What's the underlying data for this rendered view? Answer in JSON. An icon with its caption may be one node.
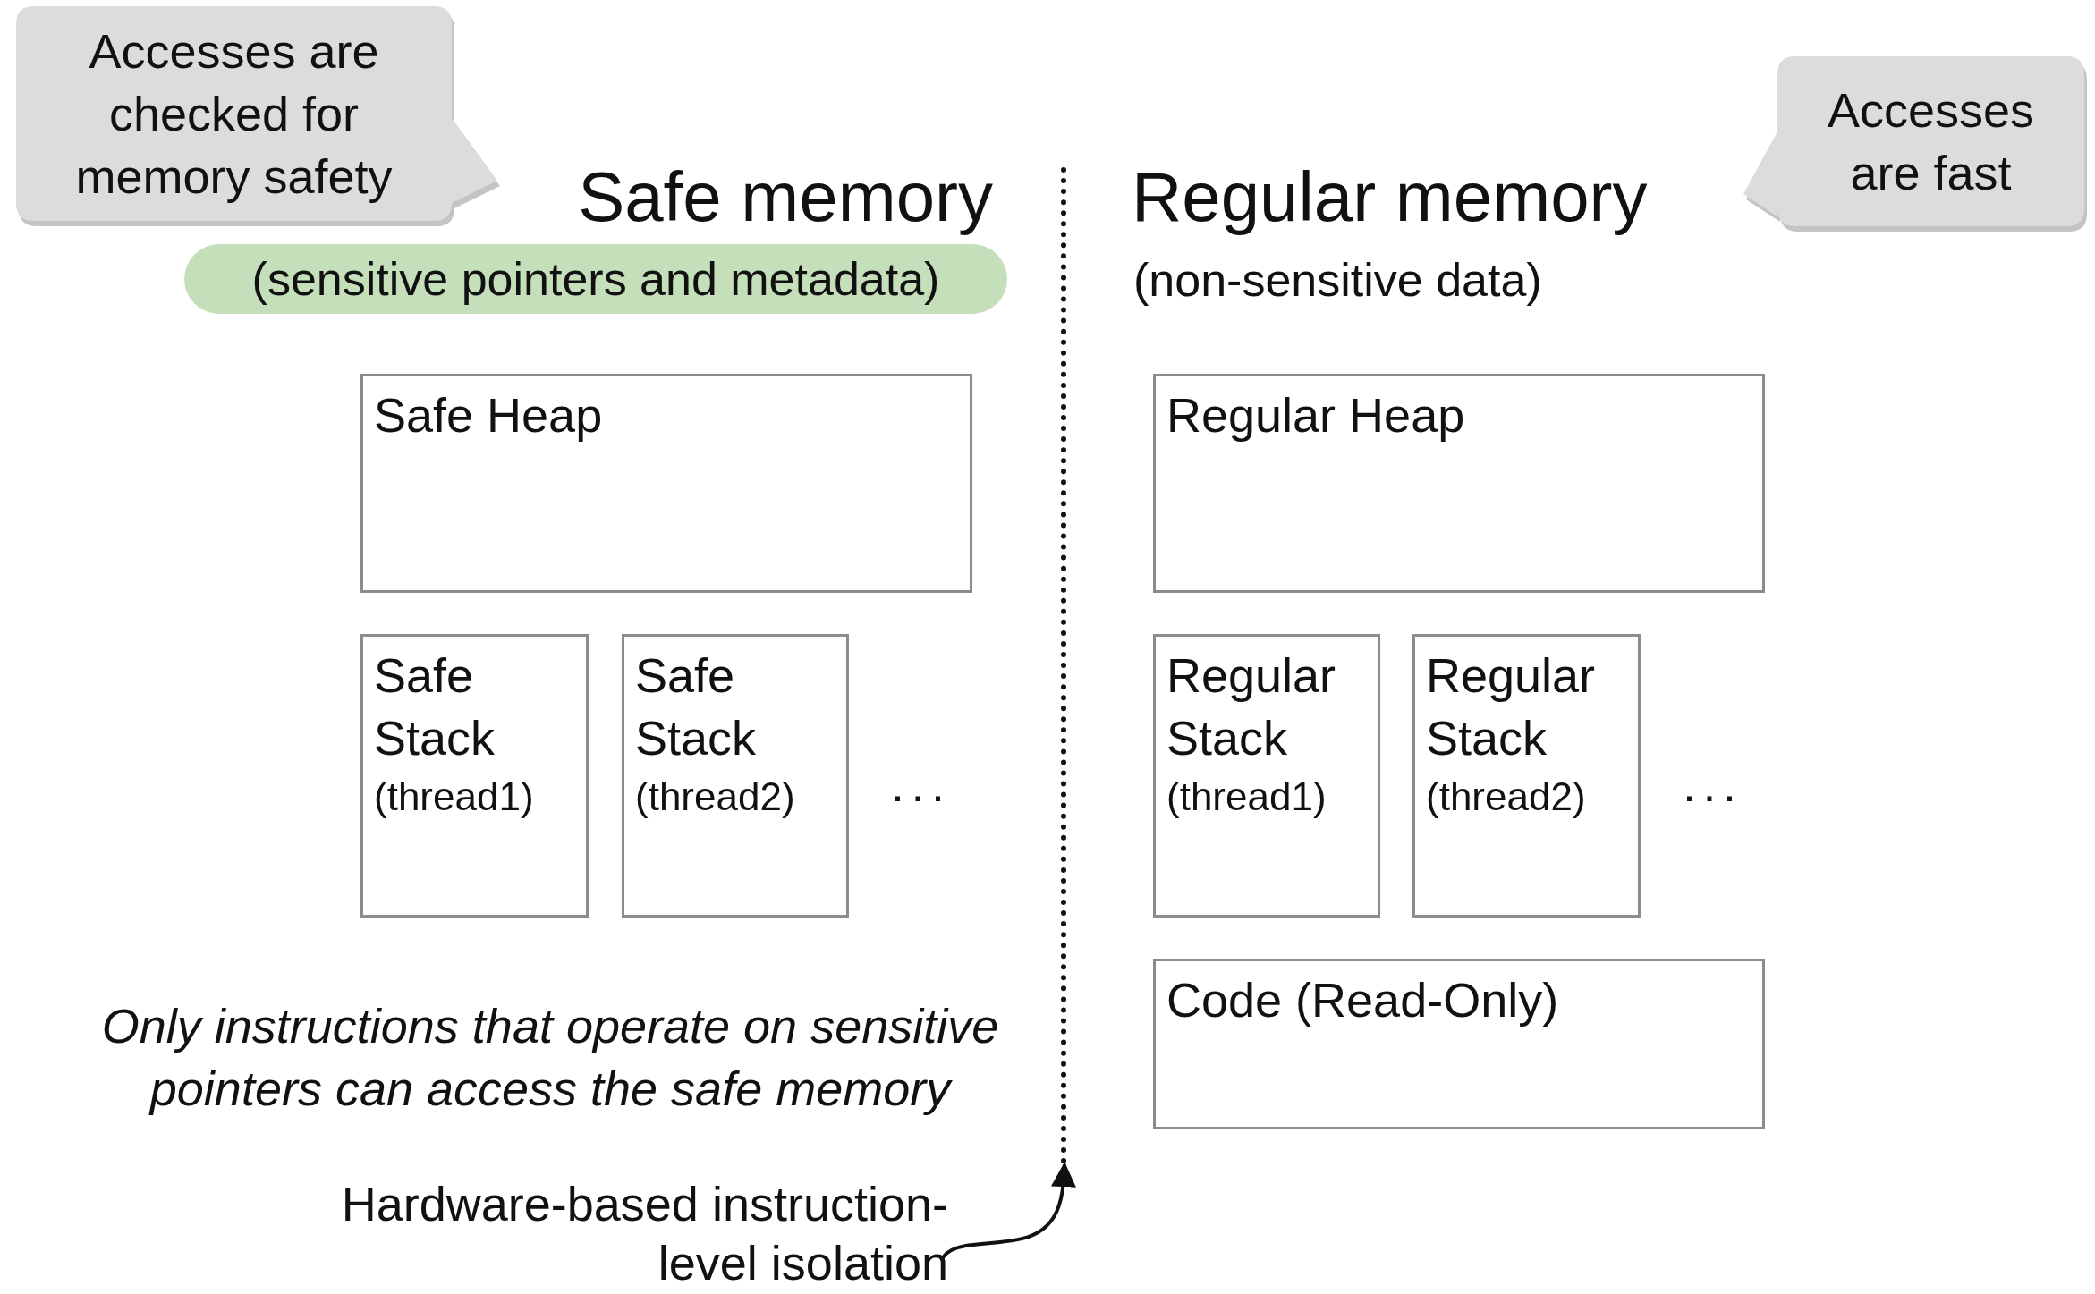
{
  "diagram": {
    "nodes": [
      {
        "text": [
          "Accesses are checked for memory safety"
        ]
      },
      {
        "text": [
          "Accesses are fast"
        ]
      },
      {
        "text": [
          "(sensitive pointers and metadata)"
        ]
      },
      {
        "text": [
          "Safe Heap"
        ]
      },
      {
        "text": [
          "Safe Stack",
          "(thread1)"
        ]
      },
      {
        "text": [
          "Safe Stack",
          "(thread2)"
        ]
      },
      {
        "text": [
          "Regular Heap"
        ]
      },
      {
        "text": [
          "Regular Stack",
          "(thread1)"
        ]
      },
      {
        "text": [
          "Regular Stack",
          "(thread2)"
        ]
      },
      {
        "text": [
          "Code (Read-Only)"
        ]
      },
      {
        "text": [
          "Hardware-based instruction-level isolation"
        ]
      },
      {
        "text": [],
        "shape": "line"
      }
    ],
    "edges": [
      {
        "from": 10,
        "to": 11,
        "arrow": "to"
      }
    ],
    "labels": [
      "Safe memory",
      "Regular memory",
      "(non-sensitive data)",
      "...",
      "...",
      "Only instructions that operate on sensitive pointers can access the safe memory"
    ]
  }
}
